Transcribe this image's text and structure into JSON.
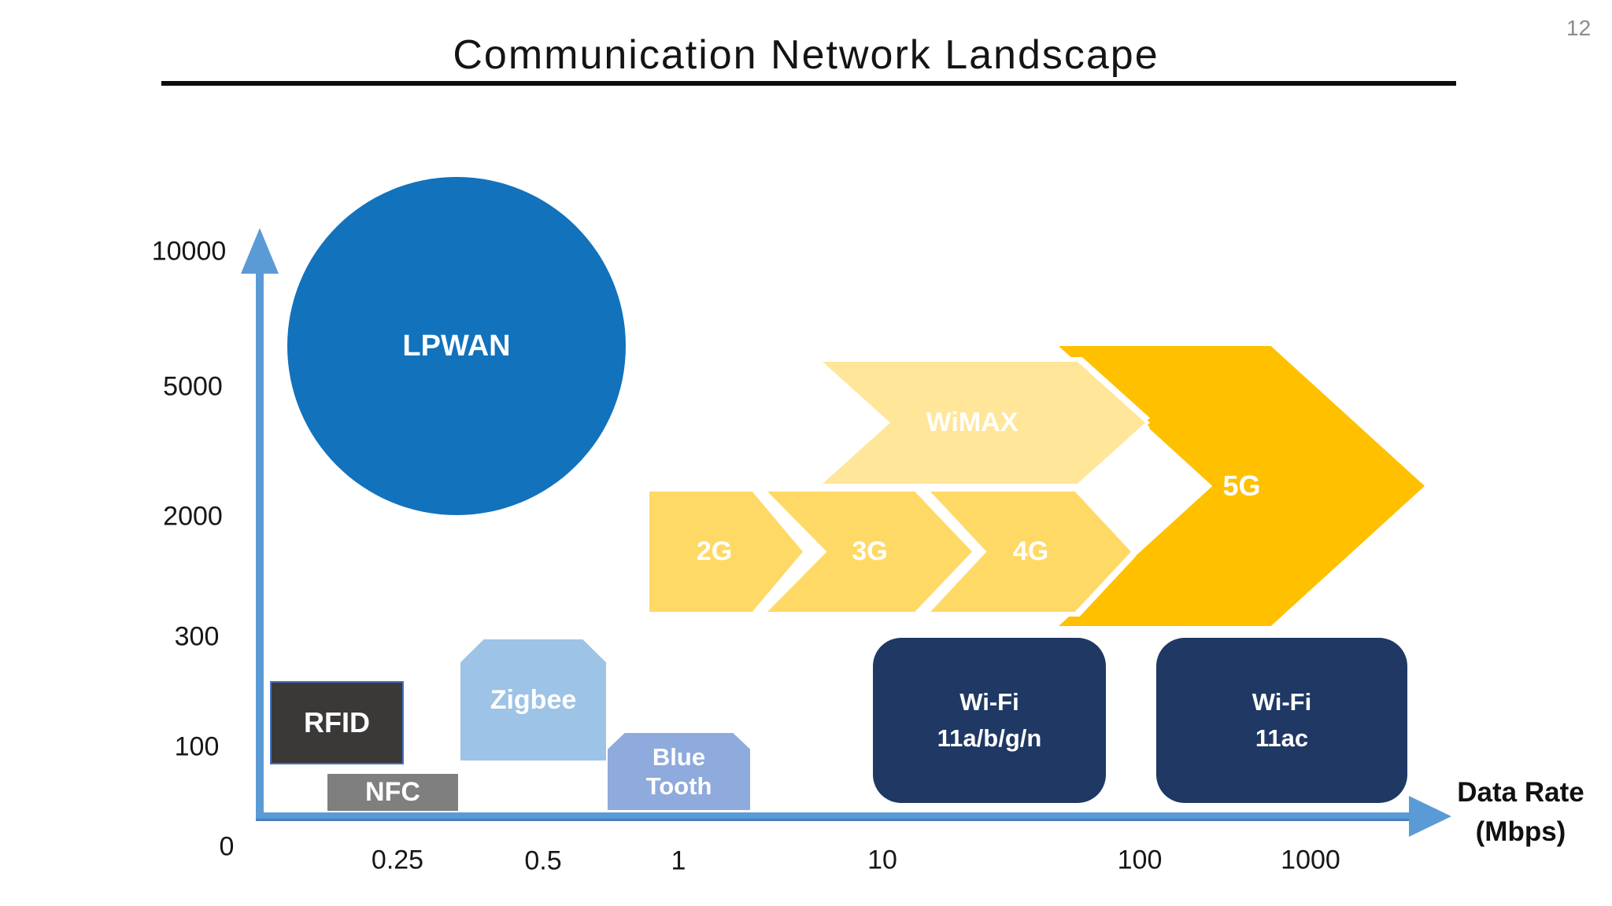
{
  "slide": {
    "page_number": "12",
    "title": "Communication Network Landscape"
  },
  "axis": {
    "y_ticks": [
      "10000",
      "5000",
      "2000",
      "300",
      "100",
      "0"
    ],
    "x_ticks": [
      "0.25",
      "0.5",
      "1",
      "10",
      "100",
      "1000"
    ],
    "x_axis_label_line1": "Data Rate",
    "x_axis_label_line2": "(Mbps)"
  },
  "technologies": {
    "lpwan": "LPWAN",
    "rfid": "RFID",
    "nfc": "NFC",
    "zigbee": "Zigbee",
    "bluetooth_line1": "Blue",
    "bluetooth_line2": "Tooth",
    "g2": "2G",
    "g3": "3G",
    "g4": "4G",
    "wimax": "WiMAX",
    "g5": "5G",
    "wifi_n_line1": "Wi-Fi",
    "wifi_n_line2": "11a/b/g/n",
    "wifi_ac_line1": "Wi-Fi",
    "wifi_ac_line2": "11ac"
  },
  "colors": {
    "axis_blue": "#5B9BD5",
    "lpwan_blue": "#1272BC",
    "rfid_fill": "#3B3838",
    "rfid_border": "#4472C4",
    "nfc_gray": "#7F7F7F",
    "zigbee_blue": "#9DC3E6",
    "bluetooth_blue": "#8FAADC",
    "cellular_yellow": "#FFD966",
    "wimax_yellow": "#FFE699",
    "g5_amber": "#FFC000",
    "wifi_navy": "#1F3864",
    "underline_black": "#0D0D0D",
    "page_number_gray": "#8C8C8C"
  },
  "chart_data": {
    "type": "scatter",
    "title": "Communication Network Landscape",
    "xlabel": "Data Rate (Mbps)",
    "ylabel": "",
    "x_ticks": [
      "0.25",
      "0.5",
      "1",
      "10",
      "100",
      "1000"
    ],
    "y_ticks": [
      "10000",
      "5000",
      "2000",
      "300",
      "100",
      "0"
    ],
    "items": [
      {
        "label": "LPWAN",
        "shape": "circle",
        "x_mbps": "<1",
        "y_range": "2000-10000"
      },
      {
        "label": "RFID",
        "shape": "rectangle",
        "x_mbps": "~0.1",
        "y_range": "100-250"
      },
      {
        "label": "NFC",
        "shape": "rectangle",
        "x_mbps": "~0.25",
        "y_range": "<100"
      },
      {
        "label": "Zigbee",
        "shape": "snipped-rectangle",
        "x_mbps": "~0.5",
        "y_range": "<300"
      },
      {
        "label": "Blue Tooth",
        "shape": "snipped-rectangle",
        "x_mbps": "~1",
        "y_range": "<150"
      },
      {
        "label": "2G",
        "shape": "chevron-arrow",
        "x_mbps": "~1-3",
        "y_range": "300-2000"
      },
      {
        "label": "3G",
        "shape": "chevron-arrow",
        "x_mbps": "~3-8",
        "y_range": "300-2000"
      },
      {
        "label": "4G",
        "shape": "chevron-arrow",
        "x_mbps": "~8-20",
        "y_range": "300-2000"
      },
      {
        "label": "WiMAX",
        "shape": "chevron-arrow",
        "x_mbps": "~3-30",
        "y_range": "2000-5000"
      },
      {
        "label": "5G",
        "shape": "chevron-arrow",
        "x_mbps": "~20-1000+",
        "y_range": "300-5000"
      },
      {
        "label": "Wi-Fi 11a/b/g/n",
        "shape": "rounded-rectangle",
        "x_mbps": "~10-50",
        "y_range": "<300"
      },
      {
        "label": "Wi-Fi 11ac",
        "shape": "rounded-rectangle",
        "x_mbps": "~100-1000",
        "y_range": "<300"
      }
    ]
  }
}
